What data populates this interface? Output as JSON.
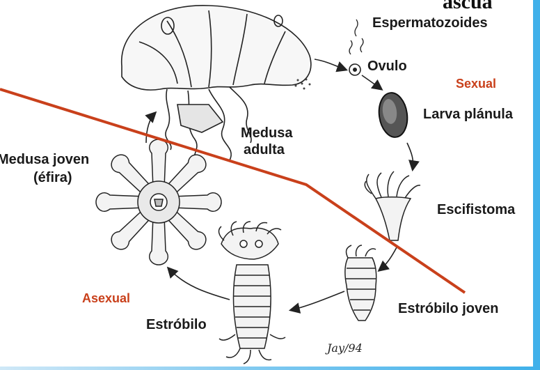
{
  "header": {
    "title_fragment": "ascua"
  },
  "labels": {
    "espermatozoides": "Espermatozoides",
    "ovulo": "Ovulo",
    "sexual": "Sexual",
    "larva": "Larva plánula",
    "medusa_adulta_1": "Medusa",
    "medusa_adulta_2": "adulta",
    "medusa_joven_1": "Medusa joven",
    "medusa_joven_2": "(éfira)",
    "escifistoma": "Escifistoma",
    "asexual": "Asexual",
    "estrobilo": "Estróbilo",
    "estrobilo_joven": "Estróbilo joven",
    "signature": "Jay/94"
  },
  "colors": {
    "divider_line": "#c9401b",
    "mode_label": "#c9401b",
    "text": "#1a1a1a",
    "sketch": "#222222",
    "frame_gradient": [
      "#cfe8f7",
      "#3fb0ea"
    ]
  }
}
